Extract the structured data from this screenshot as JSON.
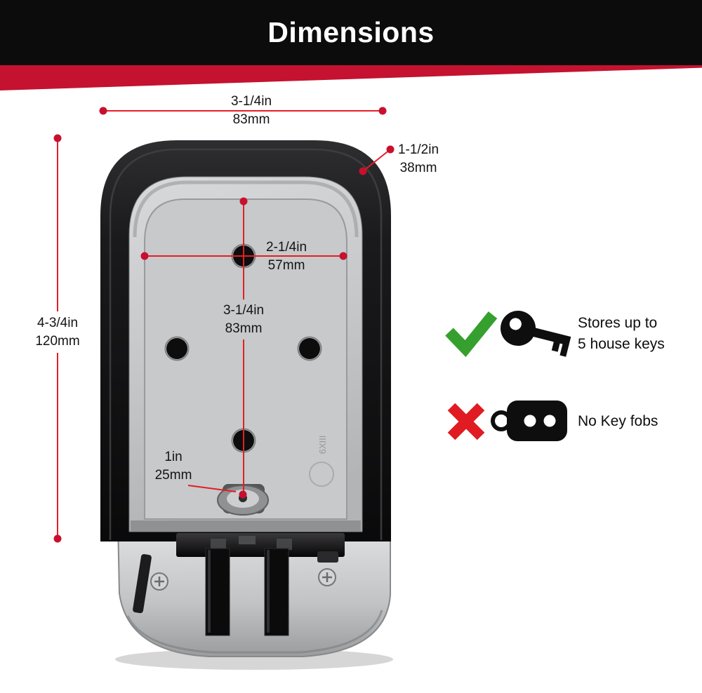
{
  "header": {
    "title": "Dimensions"
  },
  "dimensions": {
    "top_width": {
      "inches": "3-1/4in",
      "metric": "83mm"
    },
    "depth": {
      "inches": "1-1/2in",
      "metric": "38mm"
    },
    "height": {
      "inches": "4-3/4in",
      "metric": "120mm"
    },
    "inner_width": {
      "inches": "2-1/4in",
      "metric": "57mm"
    },
    "inner_height": {
      "inches": "3-1/4in",
      "metric": "83mm"
    },
    "shackle_clearance": {
      "inches": "1in",
      "metric": "25mm"
    }
  },
  "features": {
    "stores": {
      "line1": "Stores up to",
      "line2": "5 house keys"
    },
    "no_fobs": {
      "line1": "No Key fobs"
    }
  },
  "product_marking": "6XIII",
  "colors": {
    "header_black": "#0c0c0c",
    "accent_stripe_red": "#c41230",
    "dimension_line_red": "#e41e26",
    "dimension_dot_red": "#c8102e",
    "check_green": "#35a02e",
    "cross_red": "#e01b22"
  }
}
